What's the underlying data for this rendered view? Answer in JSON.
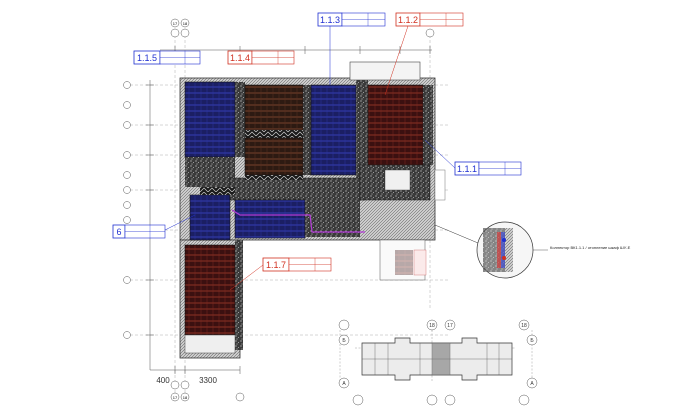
{
  "drawing": {
    "zone_labels": [
      {
        "id": "1.1.5",
        "color": "#1f2fd1"
      },
      {
        "id": "1.1.4",
        "color": "#d12f1f"
      },
      {
        "id": "1.1.3",
        "color": "#1f2fd1"
      },
      {
        "id": "1.1.2",
        "color": "#d12f1f"
      },
      {
        "id": "1.1.1",
        "color": "#1f2fd1"
      },
      {
        "id": "6",
        "color": "#1f2fd1"
      },
      {
        "id": "1.1.7",
        "color": "#d12f1f"
      }
    ],
    "dimensions": {
      "bottom_left": "400",
      "bottom_right": "3300"
    },
    "callout_note": "Коллектор ВК1.1.1 / отопление шкаф ШУ-Е",
    "axis_labels": {
      "top": [
        "17",
        "18"
      ],
      "bottom": [
        "17",
        "18"
      ],
      "key_plan": [
        "18",
        "17",
        "18",
        "Б",
        "А"
      ]
    }
  }
}
